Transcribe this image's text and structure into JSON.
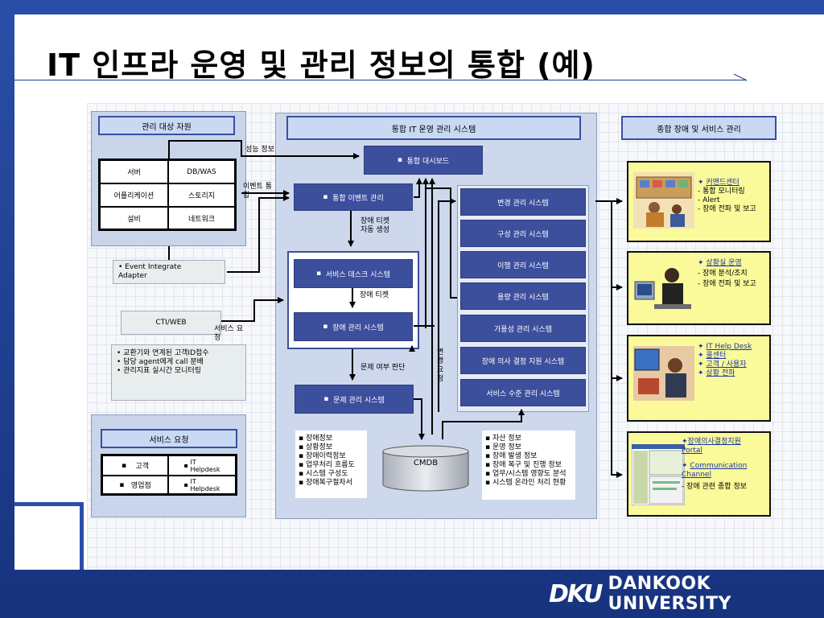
{
  "title": "IT 인프라 운영 및 관리 정보의 통합 (예)",
  "left": {
    "header": "관리 대상 자원",
    "resources": [
      "서버",
      "DB/WAS",
      "어플리케이션",
      "스토리지",
      "설비",
      "네트워크"
    ],
    "adapter": "• Event Integrate\nAdapter",
    "cti": "CTI/WEB",
    "cti_items": [
      "교환기와 연계된 고객ID접수",
      "담당 agent에게 call 분배",
      "관리지표 실시간 모니터링"
    ],
    "service_header": "서비스 요청",
    "service_rows": [
      {
        "left": "고객",
        "right": "IT\nHelpdesk"
      },
      {
        "left": "영업점",
        "right": "IT\nHelpdesk"
      }
    ]
  },
  "center": {
    "header": "통합 IT 운영 관리 시스템",
    "dashboard": "통합 대시보드",
    "event_mgmt": "통합 이벤트 관리",
    "service_desk": "서비스 데스크 시스템",
    "incident": "장애 관리 시스템",
    "problem": "문제 관리 시스템",
    "cmdb": "CMDB",
    "systems": [
      "변경 관리 시스템",
      "구성 관리 시스템",
      "이행 관리 시스템",
      "용량 관리 시스템",
      "가용성 관리 시스템",
      "장애 의사 결정 지원 시스템",
      "서비스 수준 관리 시스템"
    ],
    "labels": {
      "perf": "성능 정보",
      "event_send": "이벤트 통\n합",
      "ticket_auto": "장애 티켓\n자동 생성",
      "ticket": "장애 티켓",
      "svc_req": "서비스 요\n청",
      "problem_judge": "문제 여부 판단",
      "change_req": "변\n경\n요\n청"
    },
    "info_left": [
      "장애정보",
      "상황정보",
      "장애이력정보",
      "업무처리 흐름도",
      "시스템 구성도",
      "장애복구절차서"
    ],
    "info_right": [
      "자산 정보",
      "운영 정보",
      "장애 발생 정보",
      "장애 복구 및 진행 정보",
      "업무/시스템 영향도 분석",
      "시스템 온라인 처리 현황"
    ]
  },
  "right": {
    "header": "종합 장애 및 서비스 관리",
    "boxes": [
      {
        "title": "커맨드센터",
        "items": [
          "- 통합 모니터링",
          "- Alert",
          "- 장애 전파 및 보고"
        ]
      },
      {
        "title": "상황실 운영",
        "items": [
          "- 장애 분석/조치",
          "- 장애 전파 및 보고"
        ]
      },
      {
        "title": "IT Help Desk",
        "items": [
          "콜센터",
          "고객 / 사용자",
          "상황 전파"
        ]
      },
      {
        "title": "장애의사결정지원\nPortal",
        "items": [
          "Communication\nChannel",
          "- 장애 관련 종합 정보"
        ]
      }
    ]
  },
  "footer": {
    "logo_text": "DANKOOK UNIVERSITY",
    "logo_mark": "DKU"
  }
}
